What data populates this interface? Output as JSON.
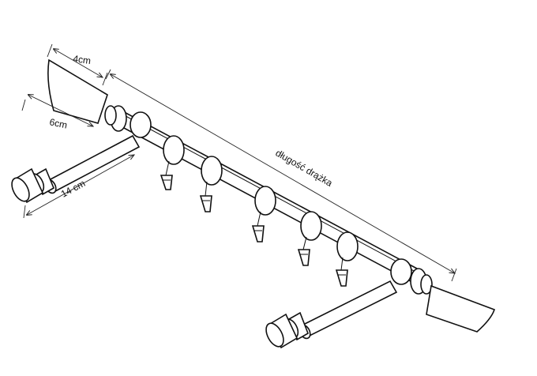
{
  "labels": {
    "finial_top_width": "4cm",
    "finial_end_width": "6cm",
    "bracket_depth": "14 cm",
    "rod_length": "długość drążka"
  },
  "colors": {
    "line": "#111111",
    "background": "#ffffff"
  },
  "rings_count": 5
}
